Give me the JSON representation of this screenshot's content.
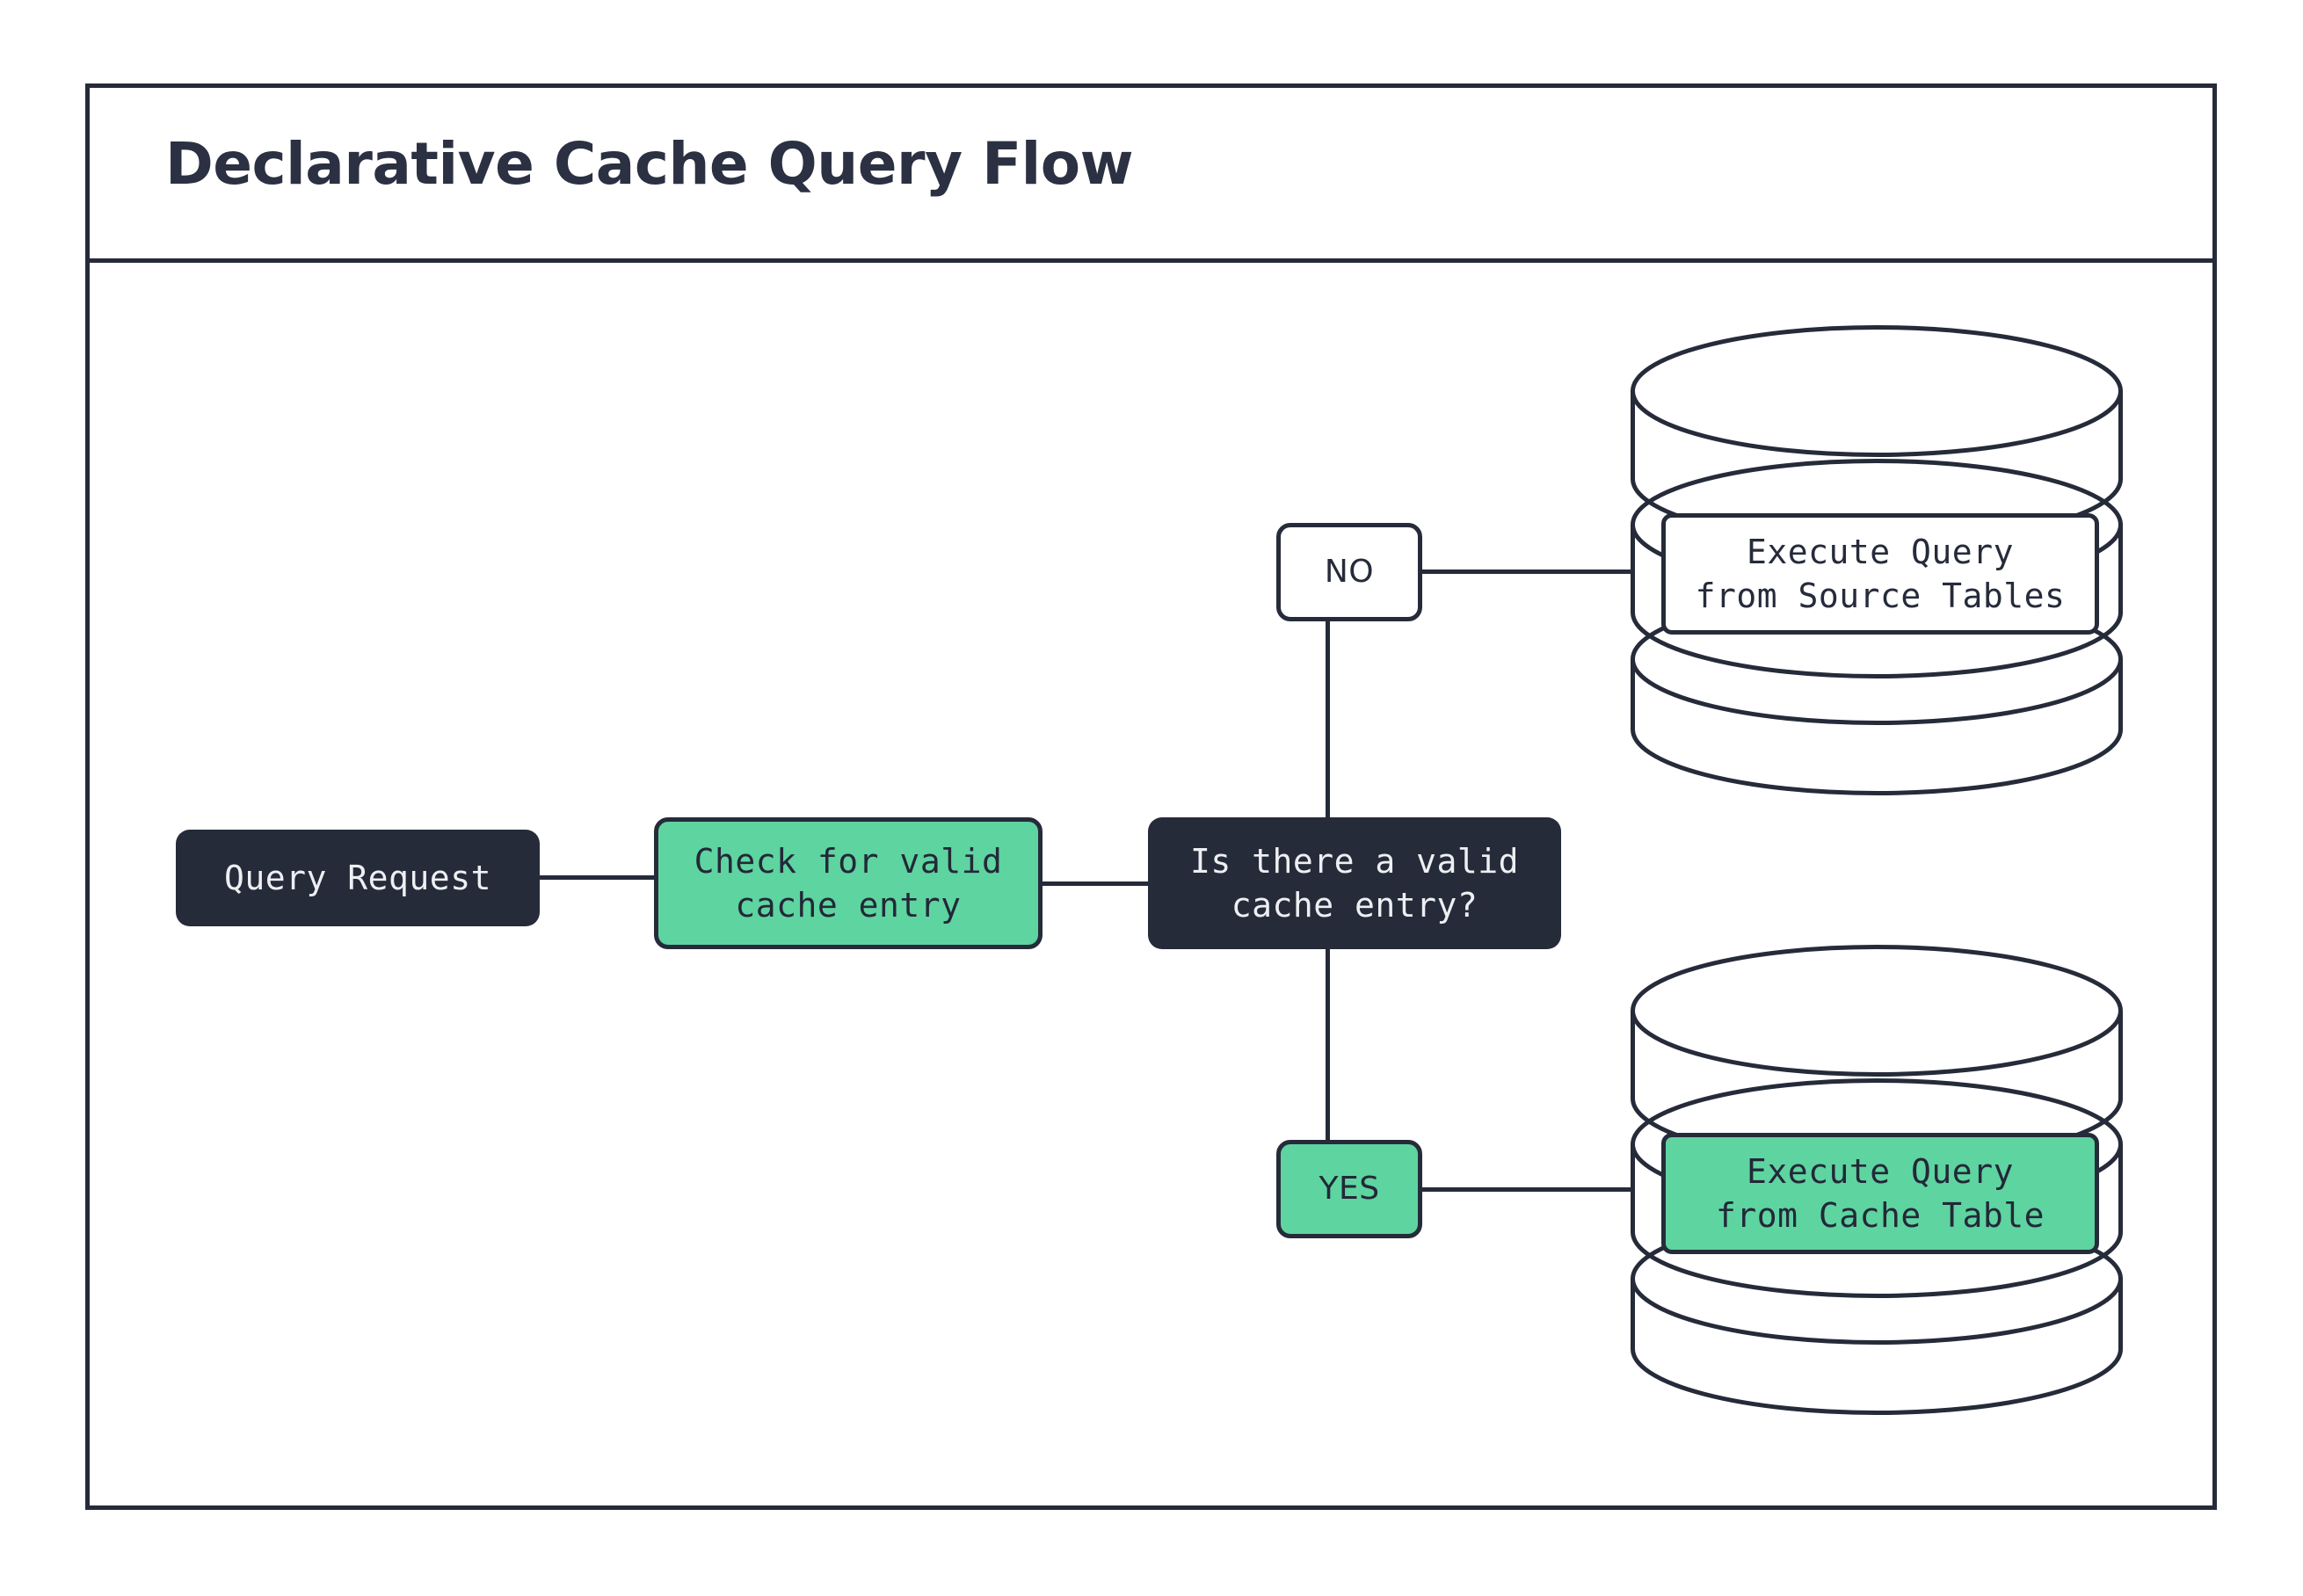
{
  "diagram": {
    "title": "Declarative Cache Query Flow",
    "colors": {
      "ink": "#262B3A",
      "accent_green": "#5ED4A0",
      "canvas": "#FFFFFF"
    },
    "nodes": {
      "query_request": "Query Request",
      "check_cache": "Check for valid\ncache entry",
      "decision": "Is there a valid\ncache entry?",
      "branch_no": "NO",
      "branch_yes": "YES",
      "execute_source": "Execute Query\nfrom Source Tables",
      "execute_cache": "Execute Query\nfrom Cache Table"
    },
    "datastores": {
      "source_tables": "Source Tables database",
      "cache_table": "Cache Table database"
    }
  }
}
